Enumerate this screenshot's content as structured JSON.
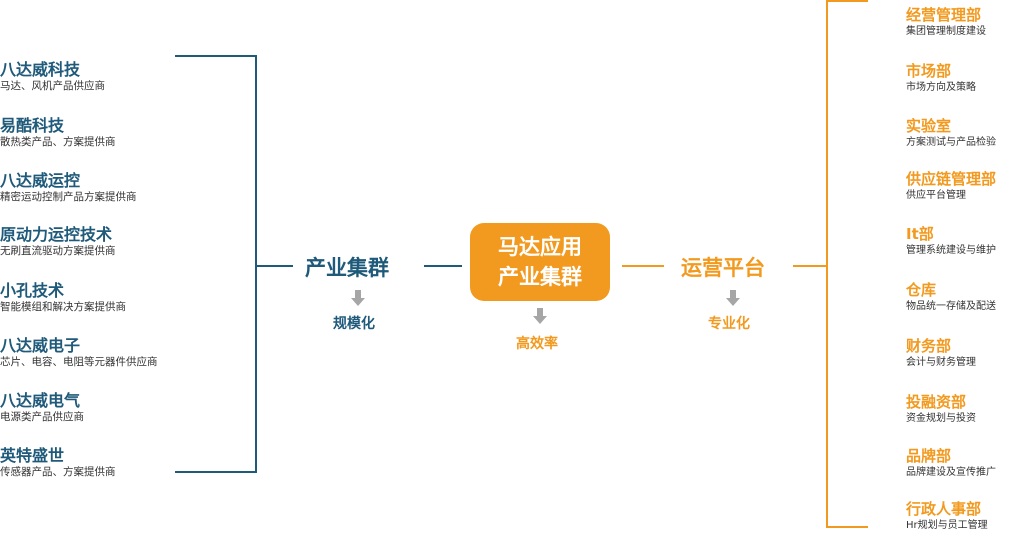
{
  "left_group": {
    "title": "产业集群",
    "subtitle": "规模化",
    "items": [
      {
        "name": "八达威科技",
        "desc": "马达、风机产品供应商"
      },
      {
        "name": "易酷科技",
        "desc": "散热类产品、方案提供商"
      },
      {
        "name": "八达威运控",
        "desc": "精密运动控制产品方案提供商"
      },
      {
        "name": "原动力运控技术",
        "desc": "无刷直流驱动方案提供商"
      },
      {
        "name": "小孔技术",
        "desc": "智能模组和解决方案提供商"
      },
      {
        "name": "八达威电子",
        "desc": "芯片、电容、电阻等元器件供应商"
      },
      {
        "name": "八达威电气",
        "desc": "电源类产品供应商"
      },
      {
        "name": "英特盛世",
        "desc": "传感器产品、方案提供商"
      }
    ]
  },
  "center": {
    "line1": "马达应用",
    "line2": "产业集群",
    "subtitle": "高效率"
  },
  "right_group": {
    "title": "运营平台",
    "subtitle": "专业化",
    "items": [
      {
        "name": "经营管理部",
        "desc": "集团管理制度建设"
      },
      {
        "name": "市场部",
        "desc": "市场方向及策略"
      },
      {
        "name": "实验室",
        "desc": "方案测试与产品检验"
      },
      {
        "name": "供应链管理部",
        "desc": "供应平台管理"
      },
      {
        "name": "It部",
        "desc": "管理系统建设与维护"
      },
      {
        "name": "仓库",
        "desc": "物品统一存储及配送"
      },
      {
        "name": "财务部",
        "desc": "会计与财务管理"
      },
      {
        "name": "投融资部",
        "desc": "资金规划与投资"
      },
      {
        "name": "品牌部",
        "desc": "品牌建设及宣传推广"
      },
      {
        "name": "行政人事部",
        "desc": "Hr规划与员工管理"
      }
    ]
  },
  "colors": {
    "blue": "#1f5a7a",
    "orange": "#f29a1f",
    "arrow_gray": "#a6a6a6"
  }
}
